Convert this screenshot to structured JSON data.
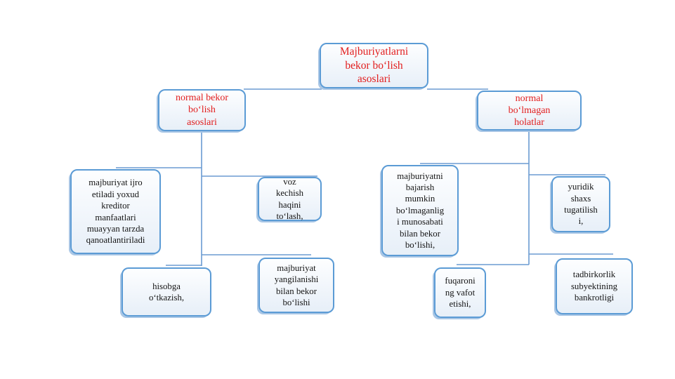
{
  "diagram": {
    "title": "Majburiyatlarni bekor bo‘lish asoslari",
    "colors": {
      "box_border": "#5b9bd5",
      "box_fill_top": "#fdfeff",
      "box_fill_bottom": "#e7eff8",
      "box_shadow": "#a9c6e5",
      "connector": "#6b9bd2",
      "heading_text": "#e21d1d",
      "body_text": "#141414",
      "background": "#ffffff"
    },
    "nodes": {
      "root": {
        "label": "Majburiyatlarni\nbekor bo‘lish\nasoslari"
      },
      "normal_group": {
        "label": "normal bekor\nbo‘lish\nasoslari"
      },
      "abnormal_group": {
        "label": "normal\nbo‘lmagan\nholatlar"
      },
      "ijro_qanoatlantirish": {
        "label": "majburiyat ijro\netiladi yoxud\nkreditor\nmanfaatlari\nmuayyan tarzda\nqanoatlantiriladi"
      },
      "voz_kechish": {
        "label": "voz\nkechish\nhaqini\nto‘lash,"
      },
      "hisobga_otkazish": {
        "label": "hisobga\no‘tkazish,"
      },
      "majburiyat_yangilanishi": {
        "label": "majburiyat\nyangilanishi\nbilan bekor\nbo‘lishi"
      },
      "bajarish_mumkin_emas": {
        "label": "majburiyatni\nbajarish\nmumkin\nbo‘lmaganlig\ni munosabati\nbilan bekor\nbo‘lishi,"
      },
      "yuridik_shaxs_tugatilishi": {
        "label": "yuridik\nshaxs\ntugatilish\ni,"
      },
      "fuqaro_vafoti": {
        "label": "fuqaroni\nng vafot\netishi,"
      },
      "bankrotlik": {
        "label": "tadbirkorlik\nsubyektining\nbankrotligi"
      }
    },
    "structure": {
      "root_children": [
        "normal_group",
        "abnormal_group"
      ],
      "normal_group_children": [
        "ijro_qanoatlantirish",
        "voz_kechish",
        "hisobga_otkazish",
        "majburiyat_yangilanishi"
      ],
      "abnormal_group_children": [
        "bajarish_mumkin_emas",
        "yuridik_shaxs_tugatilishi",
        "fuqaro_vafoti",
        "bankrotlik"
      ]
    }
  }
}
